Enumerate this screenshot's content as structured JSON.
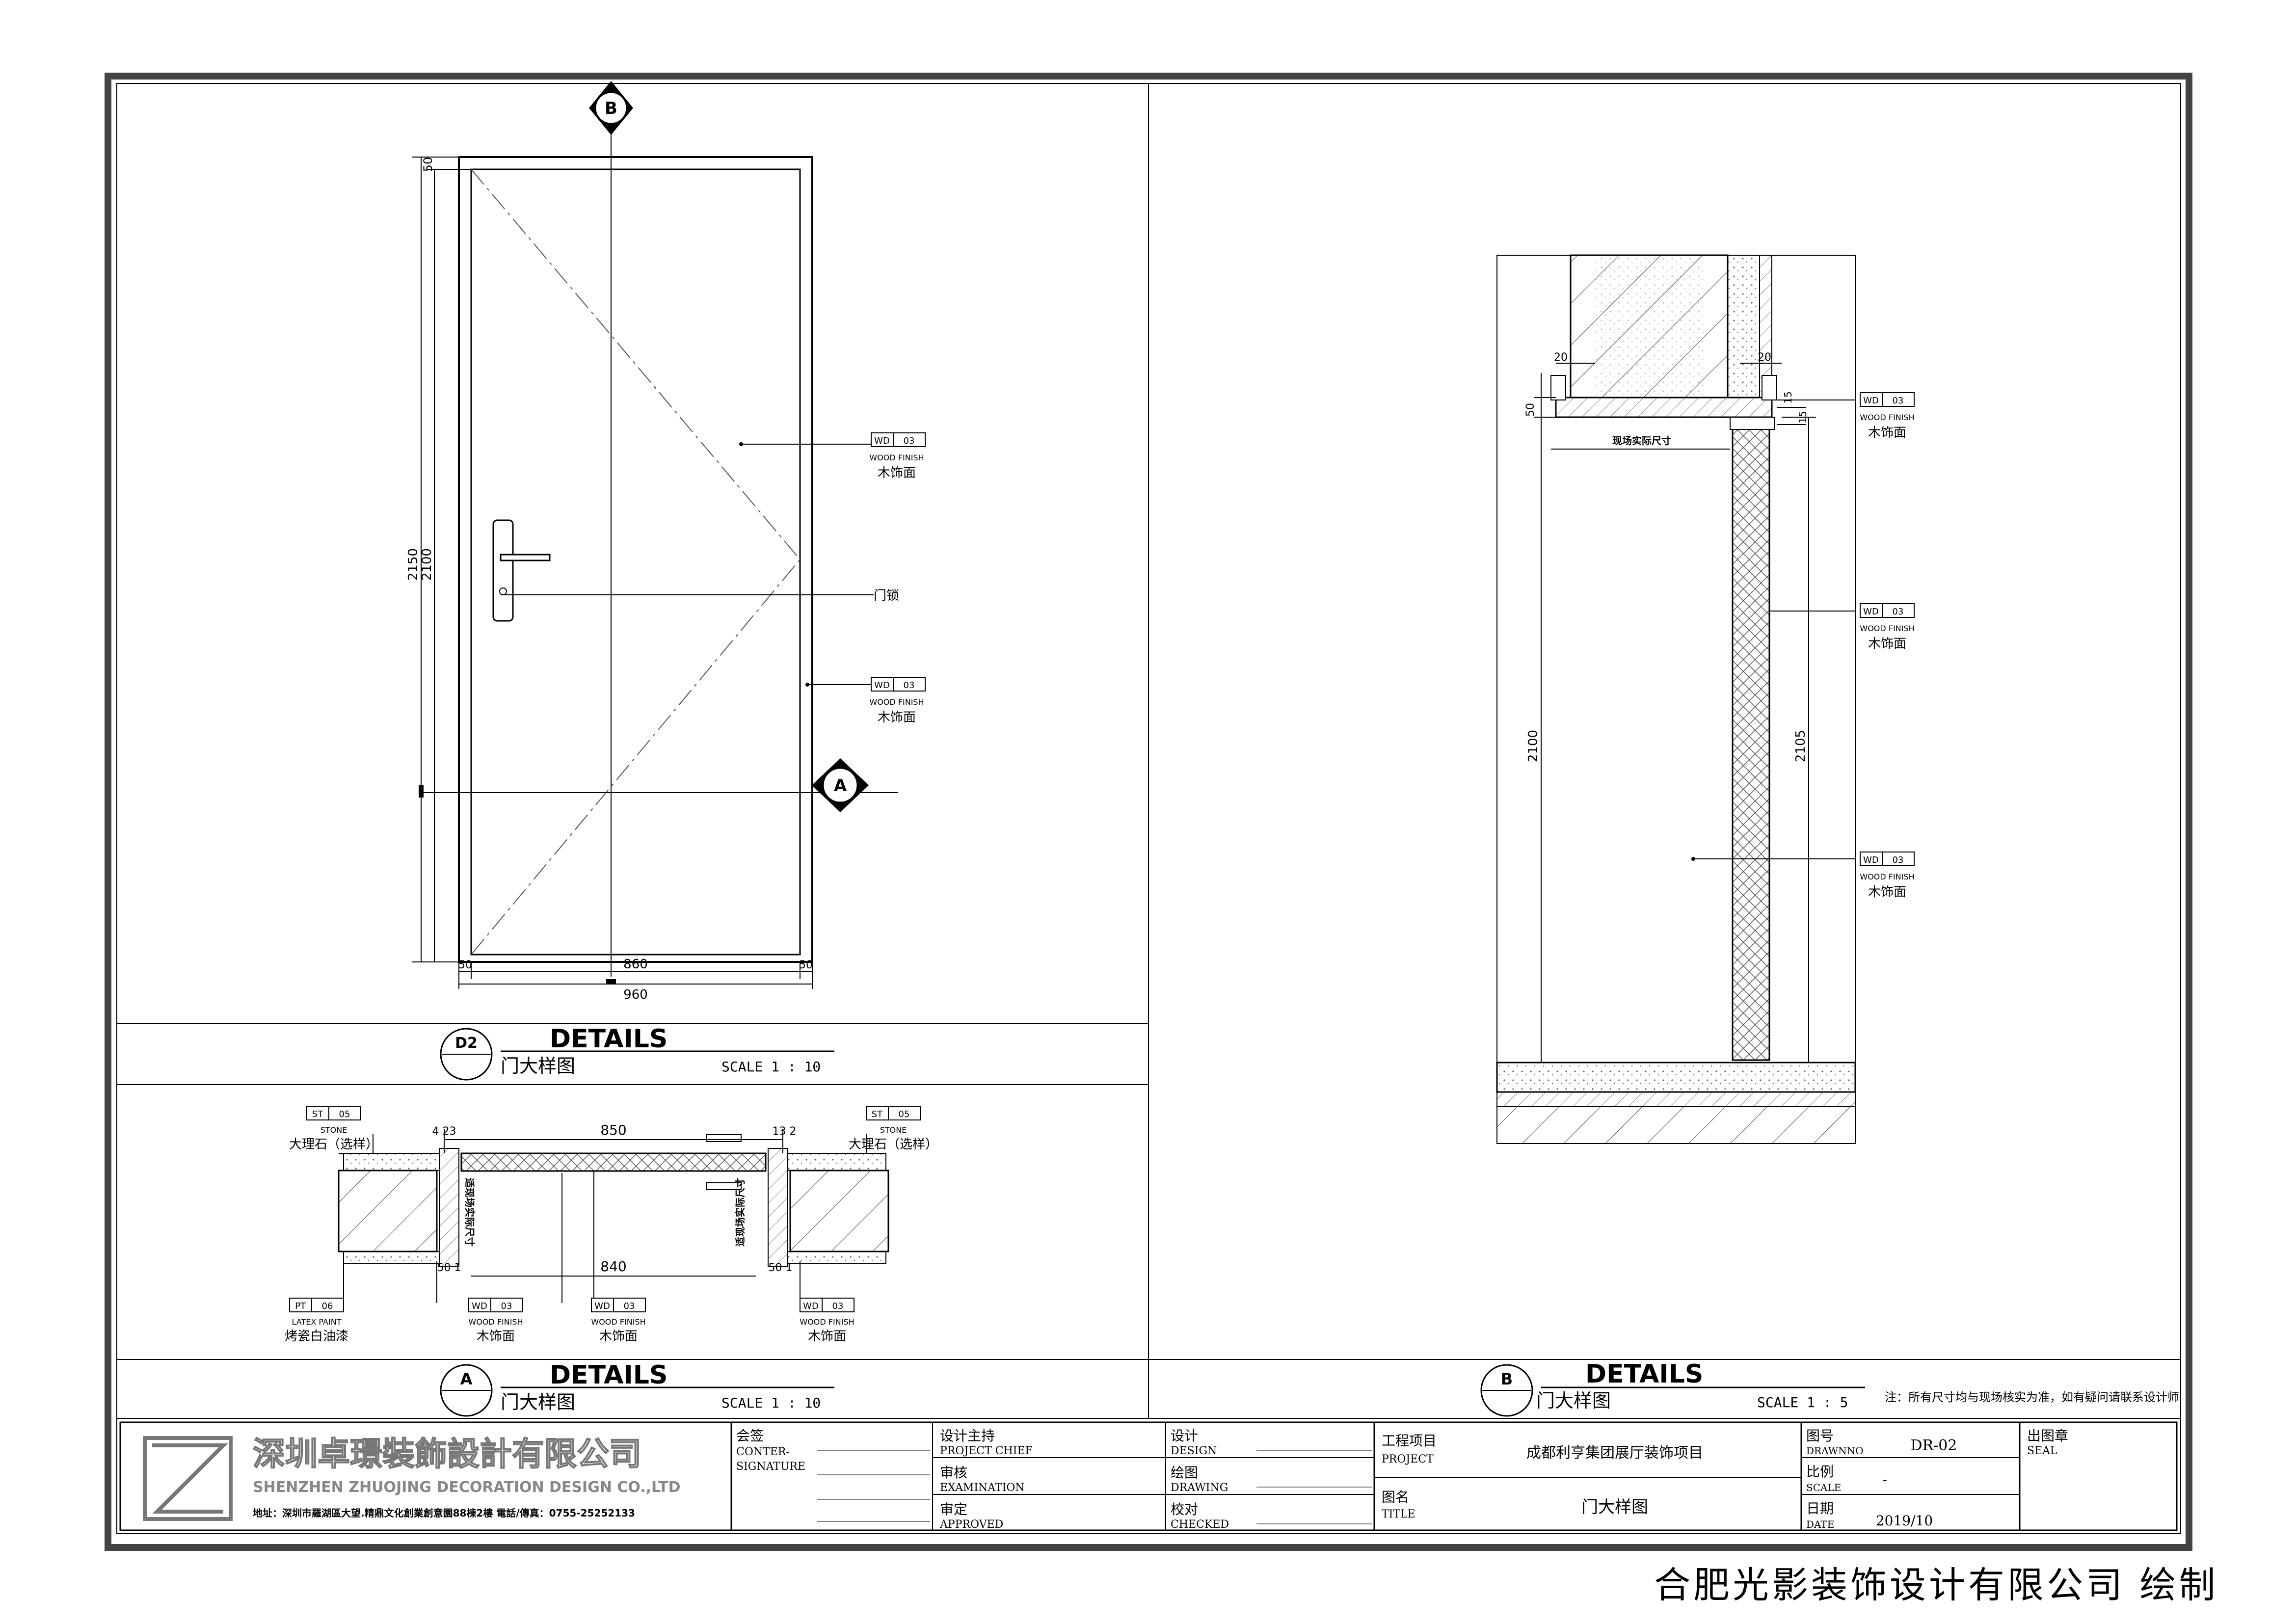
{
  "panel_d2": {
    "marker": "D2",
    "details": "DETAILS",
    "title": "门大样图",
    "scale": "SCALE 1 : 10",
    "section_top": "B",
    "section_right": "A",
    "dims": {
      "h_outer": "2150",
      "h_inner": "2100",
      "top": "50",
      "w_mid": "860",
      "w_left": "50",
      "w_right": "50",
      "w_total": "960"
    },
    "tag_top": {
      "code": "WD",
      "num": "03",
      "en": "WOOD FINISH",
      "cn": "木饰面"
    },
    "lock": "门锁",
    "tag_mid": {
      "code": "WD",
      "num": "03",
      "en": "WOOD FINISH",
      "cn": "木饰面"
    }
  },
  "panel_a": {
    "marker": "A",
    "details": "DETAILS",
    "title": "门大样图",
    "scale": "SCALE 1 : 10",
    "dims": {
      "top": "850",
      "bottom": "840",
      "tl": "4 23",
      "tr": "13 2",
      "bl": "50 1",
      "br": "50 1"
    },
    "field_label": "适现场实际尺寸",
    "stone_left": {
      "code": "ST",
      "num": "05",
      "en": "STONE",
      "cn": "大理石（选样）"
    },
    "stone_right": {
      "code": "ST",
      "num": "05",
      "en": "STONE",
      "cn": "大理石（选样）"
    },
    "paint": {
      "code": "PT",
      "num": "06",
      "en": "LATEX PAINT",
      "cn": "烤瓷白油漆"
    },
    "wood1": {
      "code": "WD",
      "num": "03",
      "en": "WOOD FINISH",
      "cn": "木饰面"
    },
    "wood2": {
      "code": "WD",
      "num": "03",
      "en": "WOOD FINISH",
      "cn": "木饰面"
    },
    "wood3": {
      "code": "WD",
      "num": "03",
      "en": "WOOD FINISH",
      "cn": "木饰面"
    }
  },
  "panel_b": {
    "marker": "B",
    "details": "DETAILS",
    "title": "门大样图",
    "scale": "SCALE 1 : 5",
    "note": "注：所有尺寸均与现场核实为准，如有疑问请联系设计师",
    "field_label": "现场实际尺寸",
    "dims": {
      "d20a": "20",
      "d20b": "20",
      "d50": "50",
      "d15a": "15",
      "d15b": "15",
      "h2100": "2100",
      "h2105": "2105"
    },
    "tag1": {
      "code": "WD",
      "num": "03",
      "en": "WOOD FINISH",
      "cn": "木饰面"
    },
    "tag2": {
      "code": "WD",
      "num": "03",
      "en": "WOOD FINISH",
      "cn": "木饰面"
    },
    "tag3": {
      "code": "WD",
      "num": "03",
      "en": "WOOD FINISH",
      "cn": "木饰面"
    }
  },
  "title_block": {
    "company_cn": "深圳卓璟裝飾設計有限公司",
    "company_en": "SHENZHEN ZHUOJING DECORATION DESIGN CO.,LTD",
    "address": "地址：深圳市羅湖區大望.精鼎文化創業創意園88棟2樓    電話/傳真：0755-25252133",
    "countersign_cn": "会签",
    "countersign_en1": "CONTER-",
    "countersign_en2": "SIGNATURE",
    "chief_cn": "设计主持",
    "chief_en": "PROJECT CHIEF",
    "exam_cn": "审核",
    "exam_en": "EXAMINATION",
    "approved_cn": "审定",
    "approved_en": "APPROVED",
    "design_cn": "设计",
    "design_en": "DESIGN",
    "drawing_cn": "绘图",
    "drawing_en": "DRAWING",
    "checked_cn": "校对",
    "checked_en": "CHECKED",
    "project_cn": "工程项目",
    "project_en": "PROJECT",
    "project_value": "成都利亨集团展厅装饰项目",
    "title_cn": "图名",
    "title_en": "TITLE",
    "title_value": "门大样图",
    "drawno_cn": "图号",
    "drawno_en": "DRAWNNO",
    "drawno_value": "DR-02",
    "scale_cn": "比例",
    "scale_en": "SCALE",
    "scale_value": "-",
    "date_cn": "日期",
    "date_en": "DATE",
    "date_value": "2019/10",
    "seal_cn": "出图章",
    "seal_en": "SEAL"
  },
  "footer": "合肥光影装饰设计有限公司 绘制"
}
